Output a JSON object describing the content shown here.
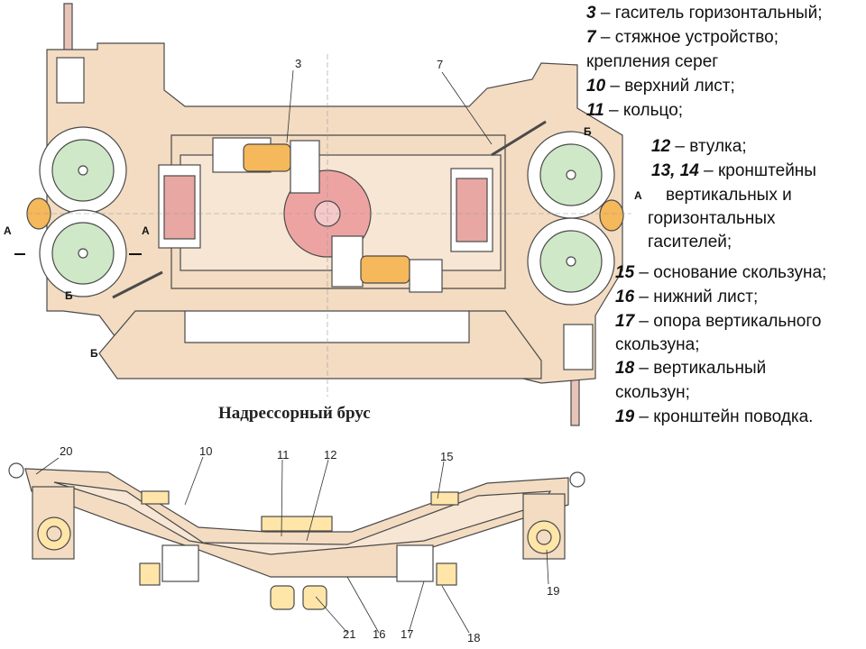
{
  "caption": "Надрессорный брус",
  "legend": [
    {
      "num": "3",
      "text": " – гаситель горизонтальный;"
    },
    {
      "num": "7",
      "text": " – стяжное устройство;"
    },
    {
      "num": "",
      "text": "крепления серег"
    },
    {
      "num": "10",
      "text": " – верхний лист;"
    },
    {
      "num": "11",
      "text": " – кольцо;"
    },
    {
      "num": "12",
      "text": " – втулка;"
    },
    {
      "num": "13, 14",
      "text": " – кронштейны"
    },
    {
      "num": "",
      "text": "вертикальных и"
    },
    {
      "num": "",
      "text": "горизонтальных"
    },
    {
      "num": "",
      "text": "гасителей;"
    },
    {
      "num": "15",
      "text": " – основание скользуна;"
    },
    {
      "num": "16",
      "text": " – нижний лист;"
    },
    {
      "num": "17",
      "text": " – опора вертикального"
    },
    {
      "num": "",
      "text": "скользуна;"
    },
    {
      "num": "18",
      "text": " – вертикальный"
    },
    {
      "num": "",
      "text": "скользун;"
    },
    {
      "num": "19",
      "text": " – кронштейн поводка."
    }
  ],
  "top_view_callouts": {
    "c3": "3",
    "c7": "7"
  },
  "section_marks": {
    "a": "А",
    "b": "Б"
  },
  "side_view_callouts": {
    "c20": "20",
    "c10": "10",
    "c11": "11",
    "c12": "12",
    "c15": "15",
    "c19": "19",
    "c21": "21",
    "c16": "16",
    "c17": "17",
    "c18": "18"
  },
  "colors": {
    "body": "#f3dcc2",
    "outline": "#4a4a4a",
    "damper": "#f5b85a",
    "pivot": "#eea3a3",
    "wheel": "#cfe8c8",
    "opening": "#e8a7a2"
  }
}
